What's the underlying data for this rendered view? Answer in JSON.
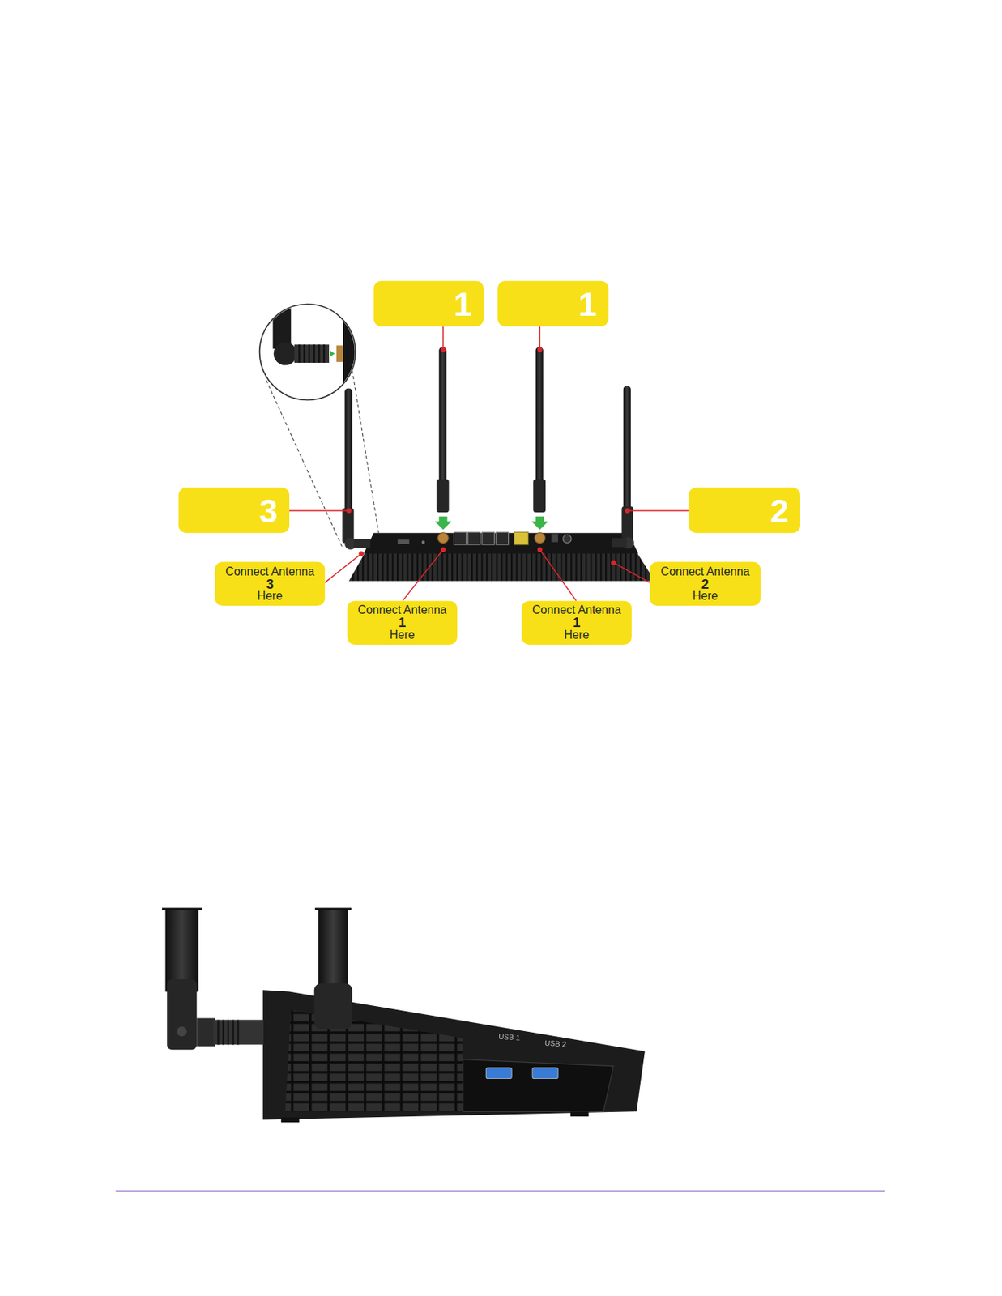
{
  "diagram": {
    "nodes": [
      {
        "text": [
          "1"
        ]
      },
      {
        "text": [
          "1"
        ]
      },
      {
        "text": [
          "3"
        ]
      },
      {
        "text": [
          "2"
        ]
      },
      {
        "text": [
          "Connect Antenna",
          "3",
          "Here"
        ]
      },
      {
        "text": [
          "Connect Antenna",
          "2",
          "Here"
        ]
      },
      {
        "text": [
          "Connect Antenna",
          "1",
          "Here"
        ]
      },
      {
        "text": [
          "Connect Antenna",
          "1",
          "Here"
        ]
      }
    ],
    "labels": [
      "USB 1",
      "USB 2"
    ]
  }
}
